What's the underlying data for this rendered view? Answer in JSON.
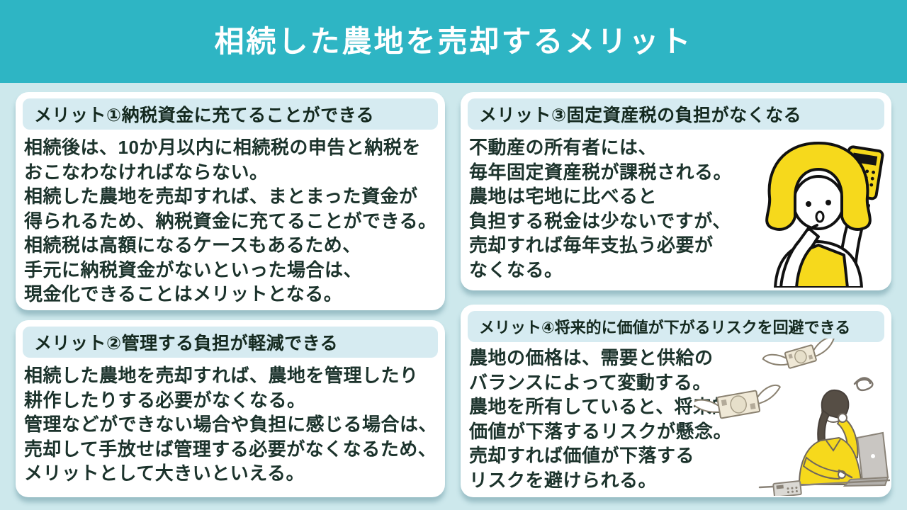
{
  "title": "相続した農地を売却するメリット",
  "cards": [
    {
      "header": "メリット①納税資金に充てることができる",
      "body_lines": [
        "相続後は、10か月以内に相続税の申告と納税を",
        "おこなわなければならない。",
        "相続した農地を売却すれば、まとまった資金が",
        "得られるため、納税資金に充てることができる。",
        "相続税は高額になるケースもあるため、",
        "手元に納税資金がないといった場合は、",
        "現金化できることはメリットとなる。"
      ]
    },
    {
      "header": "メリット②管理する負担が軽減できる",
      "body_lines": [
        "相続した農地を売却すれば、農地を管理したり",
        "耕作したりする必要がなくなる。",
        "管理などができない場合や負担に感じる場合は、",
        "売却して手放せば管理する必要がなくなるため、",
        "メリットとして大きいといえる。"
      ]
    },
    {
      "header": "メリット③固定資産税の負担がなくなる",
      "body_lines": [
        "不動産の所有者には、",
        "毎年固定資産税が課税される。",
        "農地は宅地に比べると",
        "負担する税金は少ないですが、",
        "売却すれば毎年支払う必要が",
        "なくなる。"
      ],
      "illustration": "woman-thinking-with-calculator"
    },
    {
      "header": "メリット④将来的に価値が下がるリスクを回避できる",
      "body_lines": [
        "農地の価格は、需要と供給の",
        "バランスによって変動する。",
        "農地を所有していると、将来的に",
        "価値が下落するリスクが懸念。",
        "売却すれば価値が下落する",
        "リスクを避けられる。"
      ],
      "illustration": "person-at-laptop-with-flying-money"
    }
  ],
  "colors": {
    "banner_teal": "#2eb5c4",
    "page_background": "#cde8ec",
    "card_background": "#ffffff",
    "card_header_bg": "#d6ebf1",
    "text_dark": "#1c332c",
    "illustration_yellow": "#f6d91c"
  }
}
